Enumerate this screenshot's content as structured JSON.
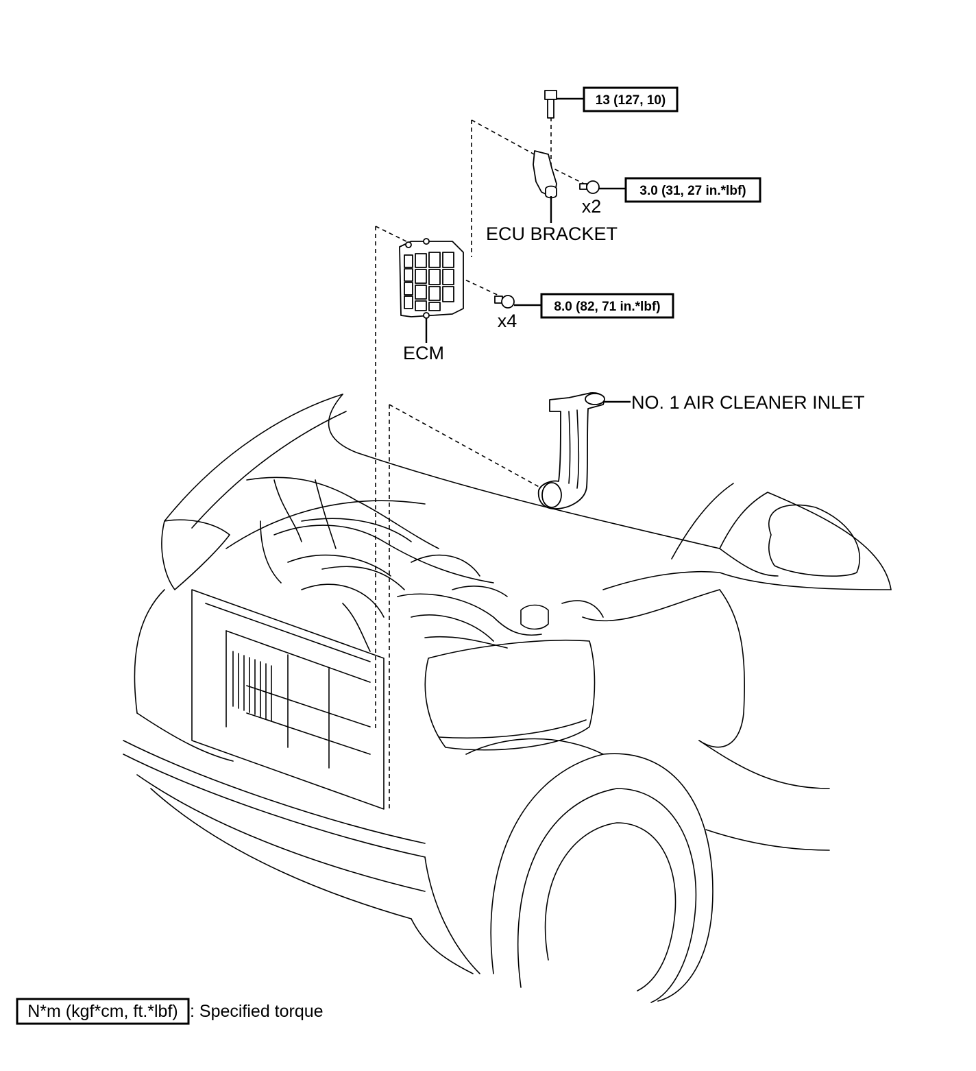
{
  "labels": {
    "ecu_bracket": "ECU BRACKET",
    "ecm": "ECM",
    "air_cleaner_inlet": "NO. 1 AIR CLEANER INLET"
  },
  "torques": {
    "bracket_bolt": "13 (127, 10)",
    "bracket_nut": "3.0 (31, 27 in.*lbf)",
    "ecm_bolt": "8.0 (82, 71 in.*lbf)"
  },
  "quantities": {
    "bracket_nut": "x2",
    "ecm_bolt": "x4"
  },
  "legend": {
    "unit_box": "N*m (kgf*cm, ft.*lbf)",
    "description": ": Specified torque"
  }
}
